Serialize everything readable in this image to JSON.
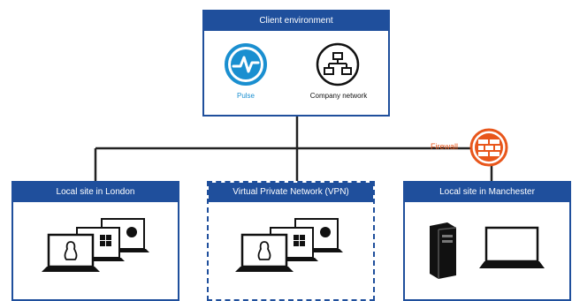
{
  "client": {
    "title": "Client environment",
    "pulse_label": "Pulse",
    "company_label": "Company network"
  },
  "firewall": {
    "label": "Firewall"
  },
  "sites": {
    "london": {
      "title": "Local site in London"
    },
    "vpn": {
      "title": "Virtual Private Network (VPN)"
    },
    "manchester": {
      "title": "Local site in Manchester"
    }
  },
  "colors": {
    "box_blue": "#1f4f9c",
    "pulse_blue": "#1a8fd0",
    "firewall_orange": "#e8561b",
    "line": "#222222"
  },
  "icons": {
    "pulse": "pulse-logo-icon",
    "company": "network-icon",
    "firewall": "firewall-brick-icon",
    "computers": "linux-windows-apple-laptops-icon",
    "server": "server-tower-icon",
    "laptop": "laptop-icon"
  }
}
